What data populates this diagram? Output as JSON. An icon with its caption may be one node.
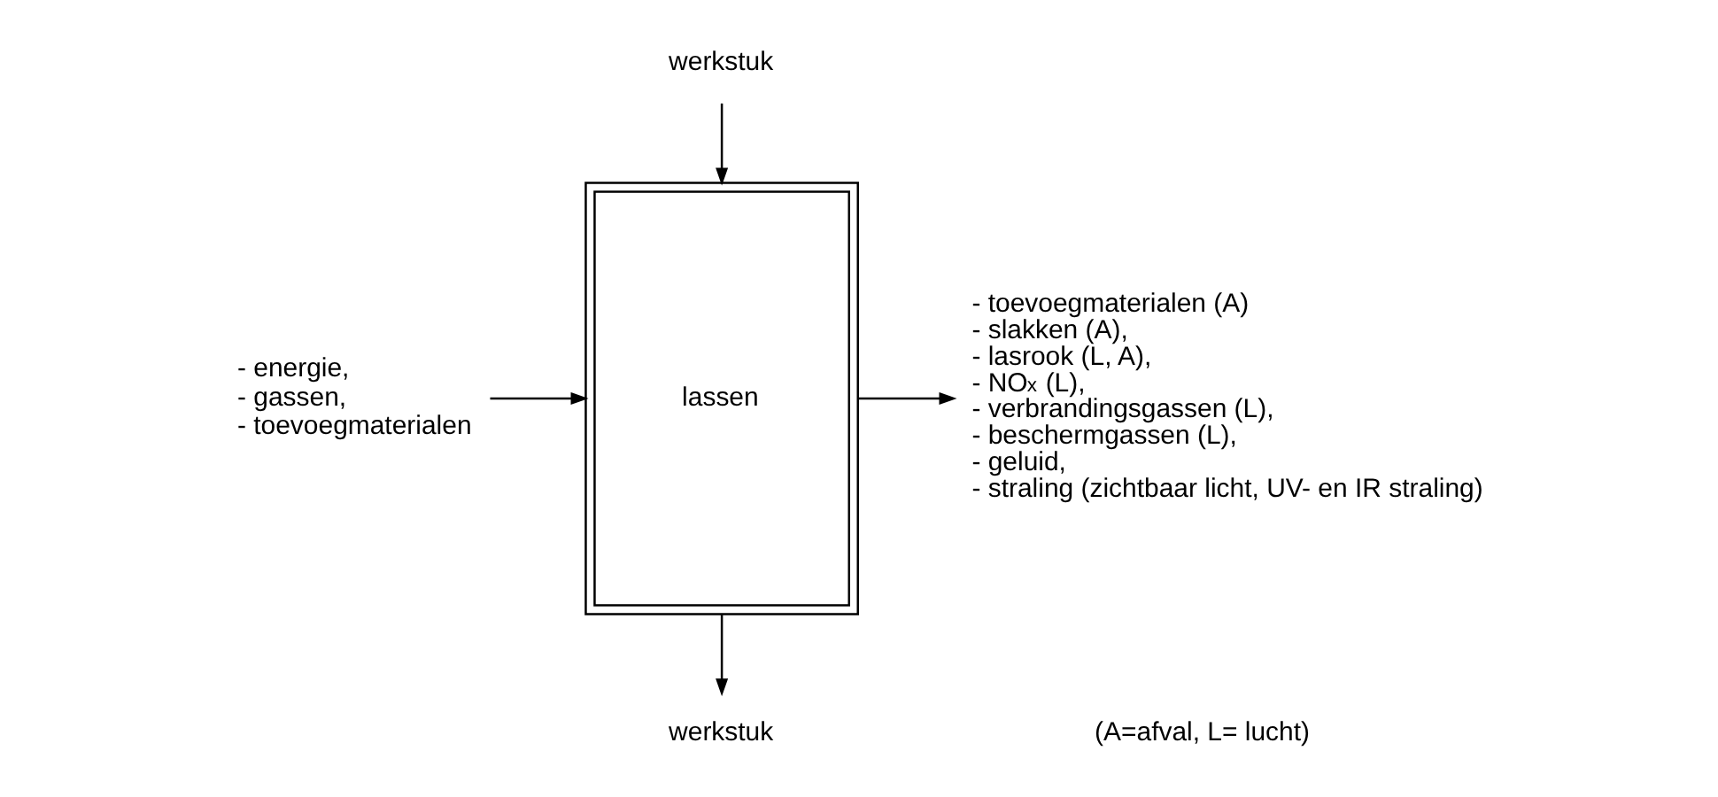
{
  "diagram": {
    "nodes": [
      {
        "text": [
          "werkstuk"
        ]
      },
      {
        "text": [
          "lassen"
        ]
      },
      {
        "text": [
          "- energie,",
          "- gassen,",
          "- toevoegmaterialen"
        ]
      },
      {
        "text": [
          "- toevoegmaterialen (A)",
          "- slakken (A),",
          "- lasrook (L, A),",
          "- NO$_{x}$ (L),",
          "- verbrandingsgassen (L),",
          "- beschermgassen (L),",
          "- geluid,",
          "- straling (zichtbaar licht, UV- en IR straling)"
        ]
      },
      {
        "text": [
          "werkstuk"
        ]
      }
    ],
    "edges": [
      {
        "from": 0,
        "to": 1,
        "arrow": "to"
      },
      {
        "from": 2,
        "to": 1,
        "arrow": "to"
      },
      {
        "from": 1,
        "to": 3,
        "arrow": "to"
      },
      {
        "from": 1,
        "to": 4,
        "arrow": "to"
      }
    ],
    "labels": [
      "(A=afval, L= lucht)"
    ]
  }
}
